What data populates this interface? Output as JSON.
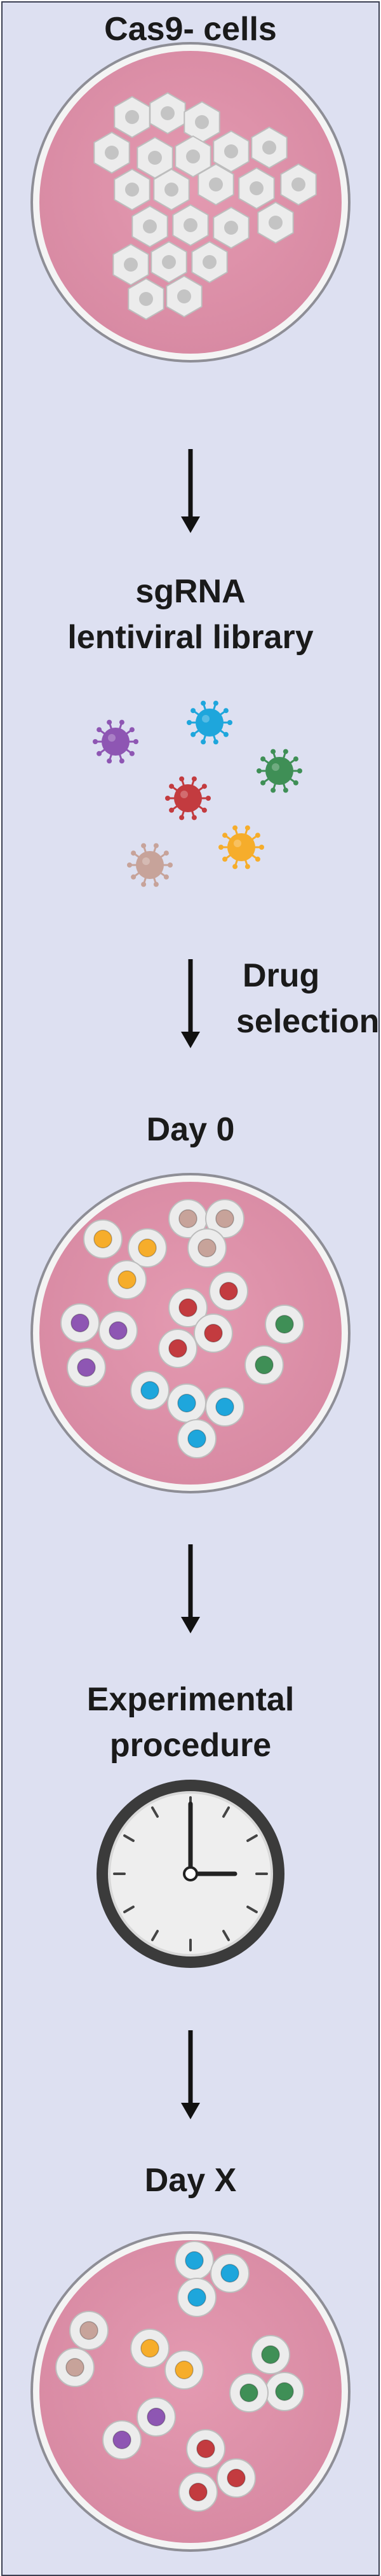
{
  "steps": {
    "start_label": "Cas9- cells",
    "library_label_line1": "sgRNA",
    "library_label_line2": "lentiviral library",
    "selection_label_line1": "Drug",
    "selection_label_line2": "selection",
    "day0_label": "Day 0",
    "procedure_label_line1": "Experimental",
    "procedure_label_line2": "procedure",
    "dayx_label": "Day X"
  },
  "colors": {
    "panel_background": "#dde0f1",
    "dish_fill": "#df90a9",
    "cell_fill": "#ececec",
    "arrow": "#111111",
    "virus_purple": "#8e56b3",
    "virus_blue": "#1ea6dc",
    "virus_green": "#3f8f56",
    "virus_red": "#c33b3f",
    "virus_tan": "#c7a39a",
    "virus_orange": "#f6ad2b",
    "clock_rim": "#3b3b3b",
    "clock_face": "#eeeeee"
  },
  "icons": {
    "virus": "virus-particle-icon",
    "clock": "clock-icon",
    "arrow": "down-arrow-icon",
    "dish": "petri-dish-icon"
  }
}
